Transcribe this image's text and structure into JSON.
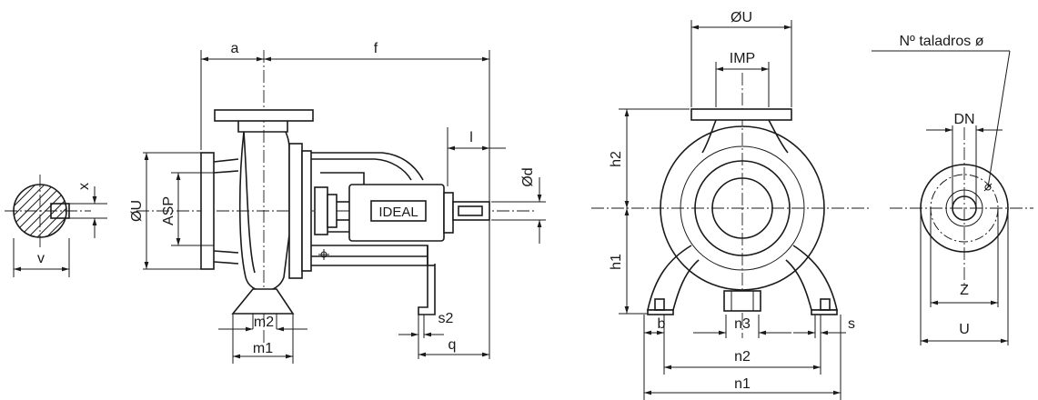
{
  "labels": {
    "a": "a",
    "f": "f",
    "l": "l",
    "x": "x",
    "v": "v",
    "dia_u_left": "ØU",
    "asp": "ASP",
    "dia_d": "Ød",
    "m2": "m2",
    "m1": "m1",
    "s2": "s2",
    "q": "q",
    "brand": "IDEAL",
    "dia_u_front": "ØU",
    "imp": "IMP",
    "h2": "h2",
    "h1": "h1",
    "b": "b",
    "n3": "n3",
    "s": "s",
    "n2": "n2",
    "n1": "n1",
    "holes": "Nº taladros ø",
    "dn": "DN",
    "z": "Z",
    "u": "U"
  }
}
